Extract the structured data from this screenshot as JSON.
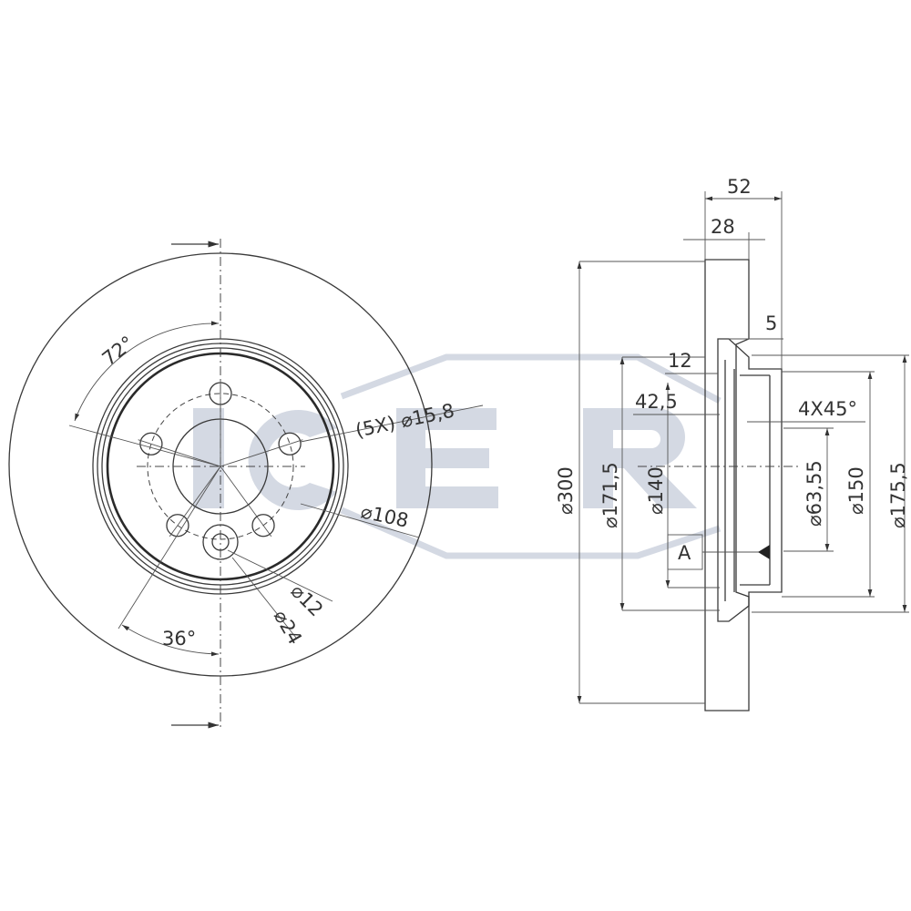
{
  "watermark": {
    "logo_text": "ICER",
    "color": "#d4d9e3"
  },
  "front_view": {
    "angle_top": "72°",
    "angle_bottom": "36°",
    "bolt_holes": "(5X) ⌀15,8",
    "bolt_circle": "⌀108",
    "small_hole_inner": "⌀12",
    "small_hole_outer": "⌀24"
  },
  "section_view": {
    "total_height": "52",
    "disc_thickness": "28",
    "offset_5": "5",
    "dim_12": "12",
    "dim_42_5": "42,5",
    "chamfer": "4X45°",
    "outer_diameter": "⌀300",
    "d_171_5": "⌀171,5",
    "d_140": "⌀140",
    "center_bore": "⌀63,55",
    "d_150": "⌀150",
    "d_175_5": "⌀175,5",
    "datum": "A"
  },
  "colors": {
    "line": "#3a3a3a",
    "watermark": "#d4d9e3"
  }
}
